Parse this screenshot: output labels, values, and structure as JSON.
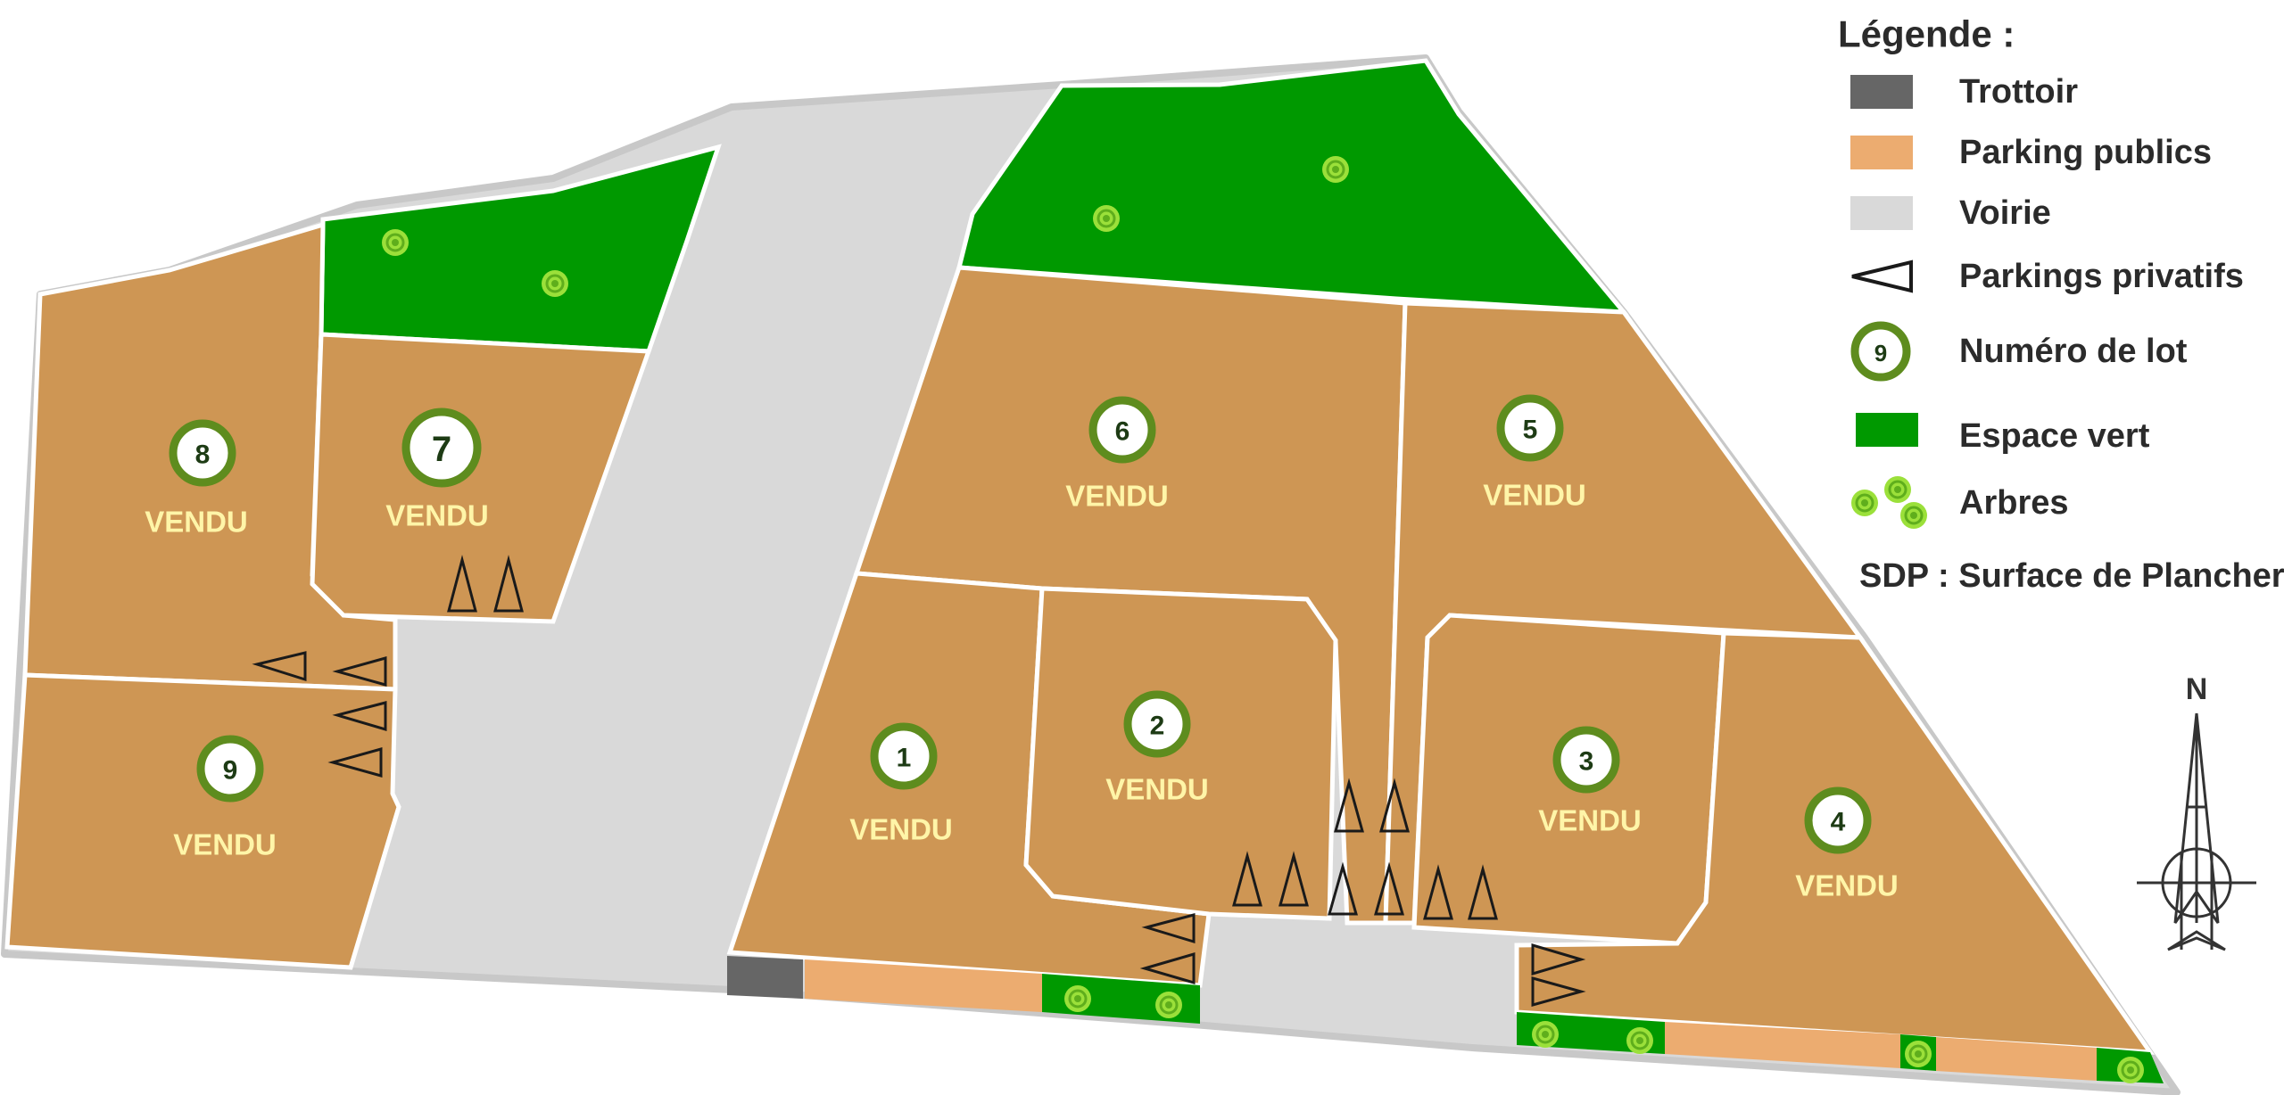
{
  "legend": {
    "title": "Légende :",
    "items": [
      {
        "label": "Trottoir",
        "icon": "sidewalk-swatch",
        "color": "#666666"
      },
      {
        "label": "Parking publics",
        "icon": "public-parking-swatch",
        "color": "#ECAC70"
      },
      {
        "label": "Voirie",
        "icon": "road-swatch",
        "color": "#D9D9D9"
      },
      {
        "label": "Parkings privatifs",
        "icon": "private-parking-triangle"
      },
      {
        "label": "Numéro de lot",
        "icon": "lot-number-badge",
        "sample": "9"
      },
      {
        "label": "Espace vert",
        "icon": "green-space-swatch",
        "color": "#009900"
      },
      {
        "label": "Arbres",
        "icon": "tree-icon",
        "color": "#9BE03A"
      }
    ],
    "sdp_note": "SDP : Surface de Plancher"
  },
  "north_label": "N",
  "colors": {
    "lot": "#CE9654",
    "green": "#009900",
    "road": "#D9D9D9",
    "public_parking": "#ECAC70",
    "sidewalk": "#666666",
    "badge_ring": "#5E8C1E",
    "vendu_text": "#FFF5A8"
  },
  "lots": [
    {
      "number": "1",
      "status": "VENDU"
    },
    {
      "number": "2",
      "status": "VENDU"
    },
    {
      "number": "3",
      "status": "VENDU"
    },
    {
      "number": "4",
      "status": "VENDU"
    },
    {
      "number": "5",
      "status": "VENDU"
    },
    {
      "number": "6",
      "status": "VENDU"
    },
    {
      "number": "7",
      "status": "VENDU"
    },
    {
      "number": "8",
      "status": "VENDU"
    },
    {
      "number": "9",
      "status": "VENDU"
    }
  ]
}
